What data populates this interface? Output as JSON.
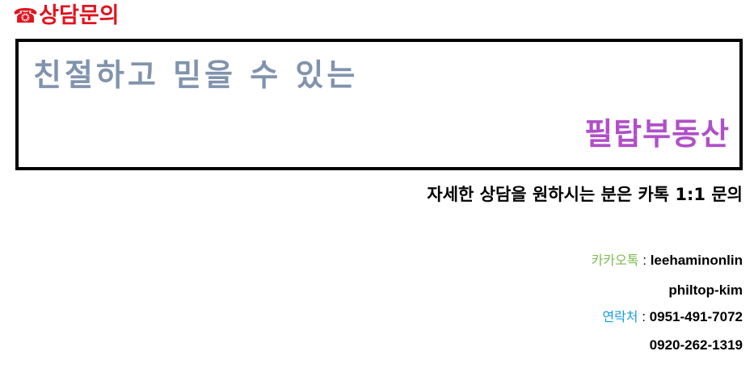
{
  "header": {
    "icon": "phone-icon",
    "icon_glyph": "☎",
    "title": "상담문의",
    "color": "#e0141e"
  },
  "banner": {
    "line1": "친절하고 믿을 수 있는",
    "line1_color": "#8193ad",
    "line2": "필탑부동산",
    "line2_color": "#b04fc8"
  },
  "notice": "자세한 상담을 원하시는 분은 카톡 1:1 문의",
  "contacts": {
    "kakao_label": "카카오톡",
    "kakao_label_color": "#7cbb4e",
    "separator": " : ",
    "kakao_ids": [
      "leehaminonlin",
      "philtop-kim"
    ],
    "phone_label": "연락처",
    "phone_label_color": "#1a9be0",
    "phones": [
      "0951-491-7072",
      "0920-262-1319"
    ]
  }
}
